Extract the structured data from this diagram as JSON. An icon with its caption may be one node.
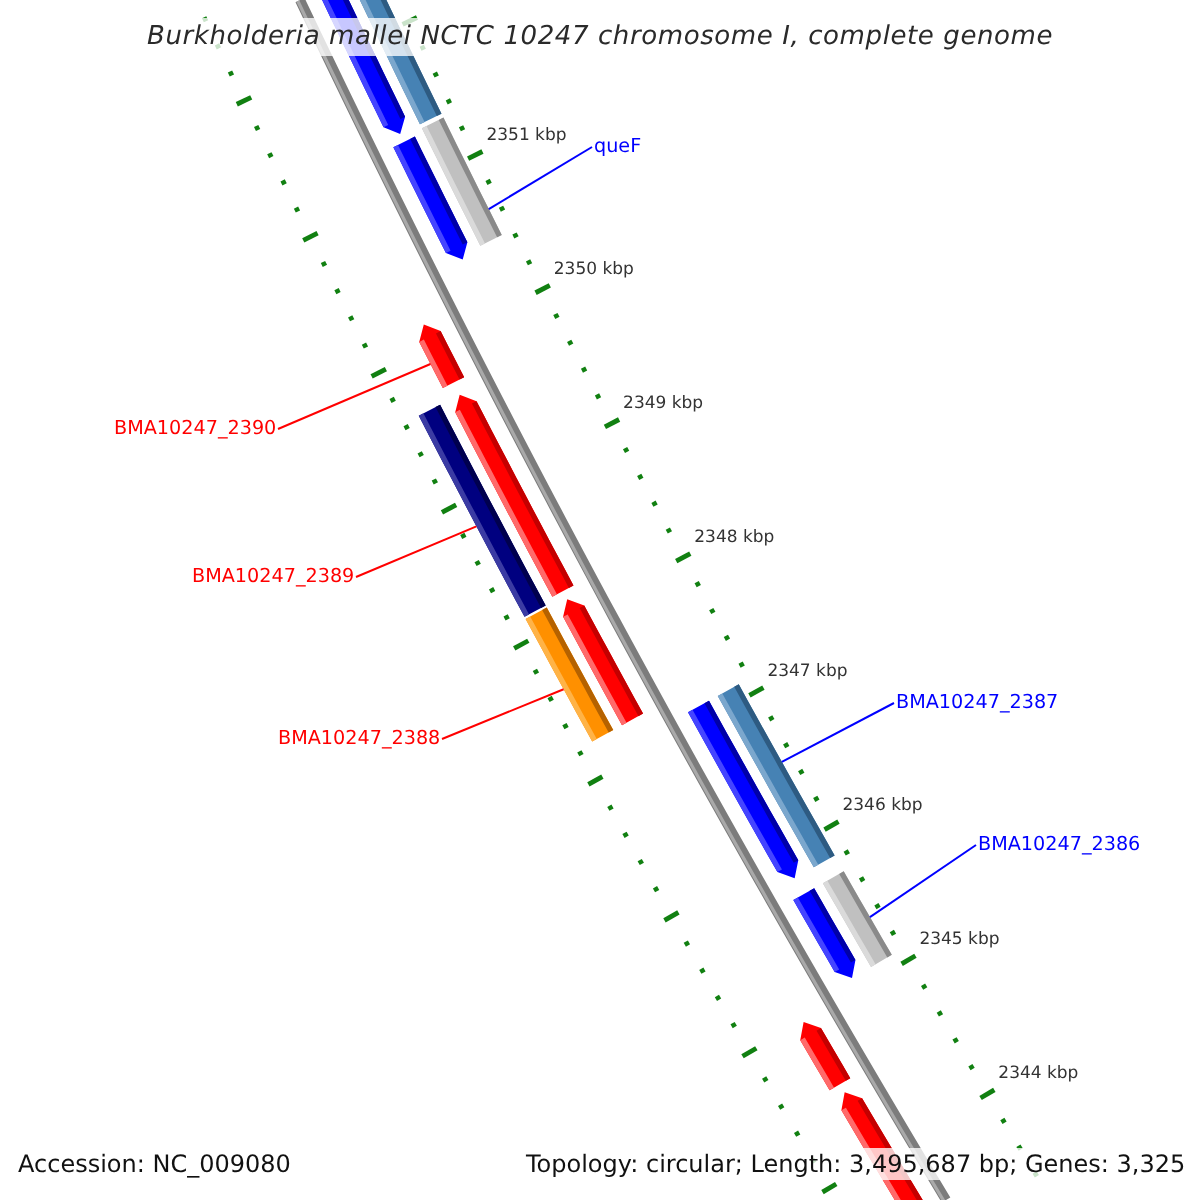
{
  "diagram": {
    "title": "Burkholderia mallei NCTC 10247 chromosome I, complete genome",
    "nodes": [
      {
        "text": [],
        "shape": "pentagon"
      },
      {
        "text": [],
        "shape": "bar"
      },
      {
        "text": [
          "queF"
        ]
      },
      {
        "text": [],
        "shape": "pentagon"
      },
      {
        "text": [],
        "shape": "bar"
      },
      {
        "text": [],
        "shape": "pentagon"
      },
      {
        "text": [
          "BMA10247_2390"
        ]
      },
      {
        "text": [],
        "shape": "bar"
      },
      {
        "text": [],
        "shape": "pentagon"
      },
      {
        "text": [
          "BMA10247_2389"
        ]
      },
      {
        "text": [],
        "shape": "bar"
      },
      {
        "text": [],
        "shape": "pentagon"
      },
      {
        "text": [],
        "shape": "pentagon"
      },
      {
        "text": [],
        "shape": "bar"
      },
      {
        "text": [
          "BMA10247_2387"
        ]
      },
      {
        "text": [
          "BMA10247_2388"
        ]
      },
      {
        "text": [
          "BMA10247_2386"
        ]
      },
      {
        "text": [],
        "shape": "pentagon"
      },
      {
        "text": [],
        "shape": "bar"
      },
      {
        "text": [],
        "shape": "pentagon"
      },
      {
        "text": [],
        "shape": "pentagon"
      }
    ],
    "edges": [
      {
        "from": 2,
        "to": 4,
        "arrow": "none",
        "color": "#0000ff"
      },
      {
        "from": 6,
        "to": 5,
        "arrow": "none",
        "color": "#ff0000"
      },
      {
        "from": 9,
        "to": 7,
        "arrow": "none",
        "color": "#ff0000"
      },
      {
        "from": 15,
        "to": 10,
        "arrow": "none",
        "color": "#ff0000"
      },
      {
        "from": 14,
        "to": 13,
        "arrow": "none",
        "color": "#0000ff"
      },
      {
        "from": 16,
        "to": 18,
        "arrow": "none",
        "color": "#0000ff"
      }
    ],
    "labels": [
      "2351 kbp",
      "2350 kbp",
      "2349 kbp",
      "2348 kbp",
      "2347 kbp",
      "2346 kbp",
      "2345 kbp",
      "2344 kbp",
      "Accession: NC_009080",
      "Topology: circular; Length: 3,495,687 bp; Genes: 3,325"
    ]
  }
}
